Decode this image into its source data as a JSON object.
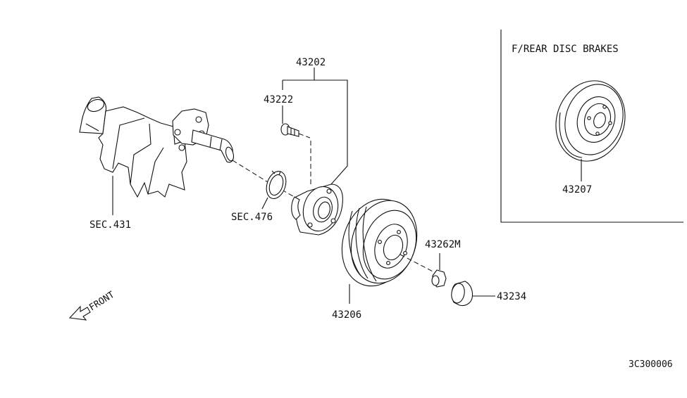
{
  "inset": {
    "title": "F/REAR DISC BRAKES"
  },
  "labels": {
    "sec431": "SEC.431",
    "sec476": "SEC.476",
    "p43202": "43202",
    "p43222": "43222",
    "p43206": "43206",
    "p43262m": "43262M",
    "p43234": "43234",
    "p43207": "43207"
  },
  "front_label": "FRONT",
  "diagram_id": "3C300006"
}
